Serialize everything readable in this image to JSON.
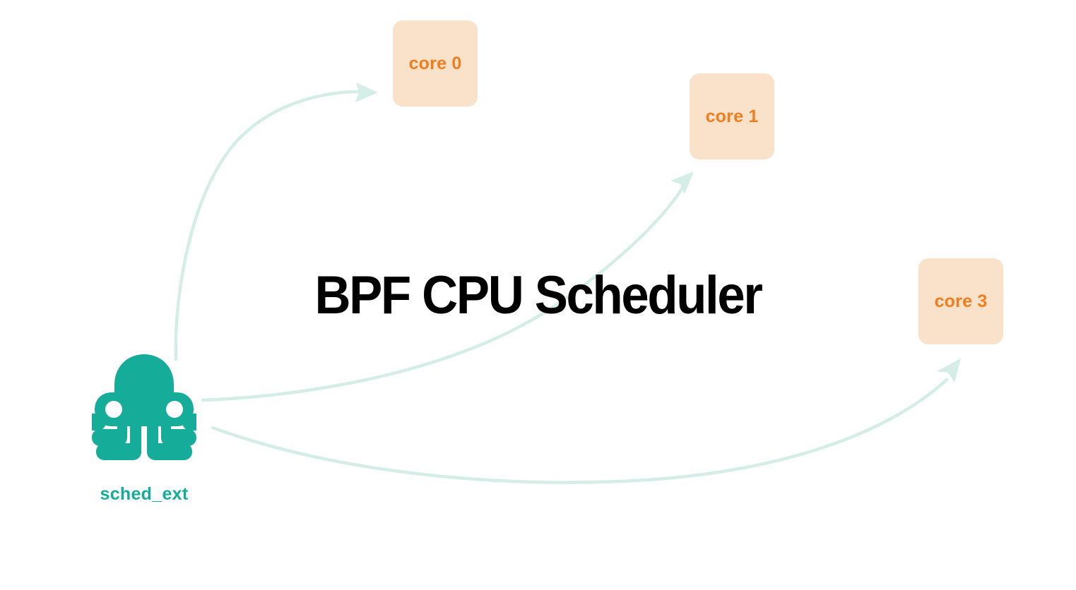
{
  "diagram": {
    "title": "BPF CPU Scheduler",
    "background_color": "#FFFFFF",
    "source_node": {
      "label": "sched_ext",
      "icon": "octopus-logo",
      "color": "#15AD9A"
    },
    "arrow_color": "#D4EDE6",
    "core_box_fill": "#FAE1CA",
    "core_label_color": "#F07E1E",
    "cores": [
      {
        "label": "core 0"
      },
      {
        "label": "core 1"
      },
      {
        "label": "core 3"
      }
    ],
    "connections": [
      {
        "from": "sched_ext",
        "to": "core 0"
      },
      {
        "from": "sched_ext",
        "to": "core 1"
      },
      {
        "from": "sched_ext",
        "to": "core 3"
      }
    ]
  }
}
